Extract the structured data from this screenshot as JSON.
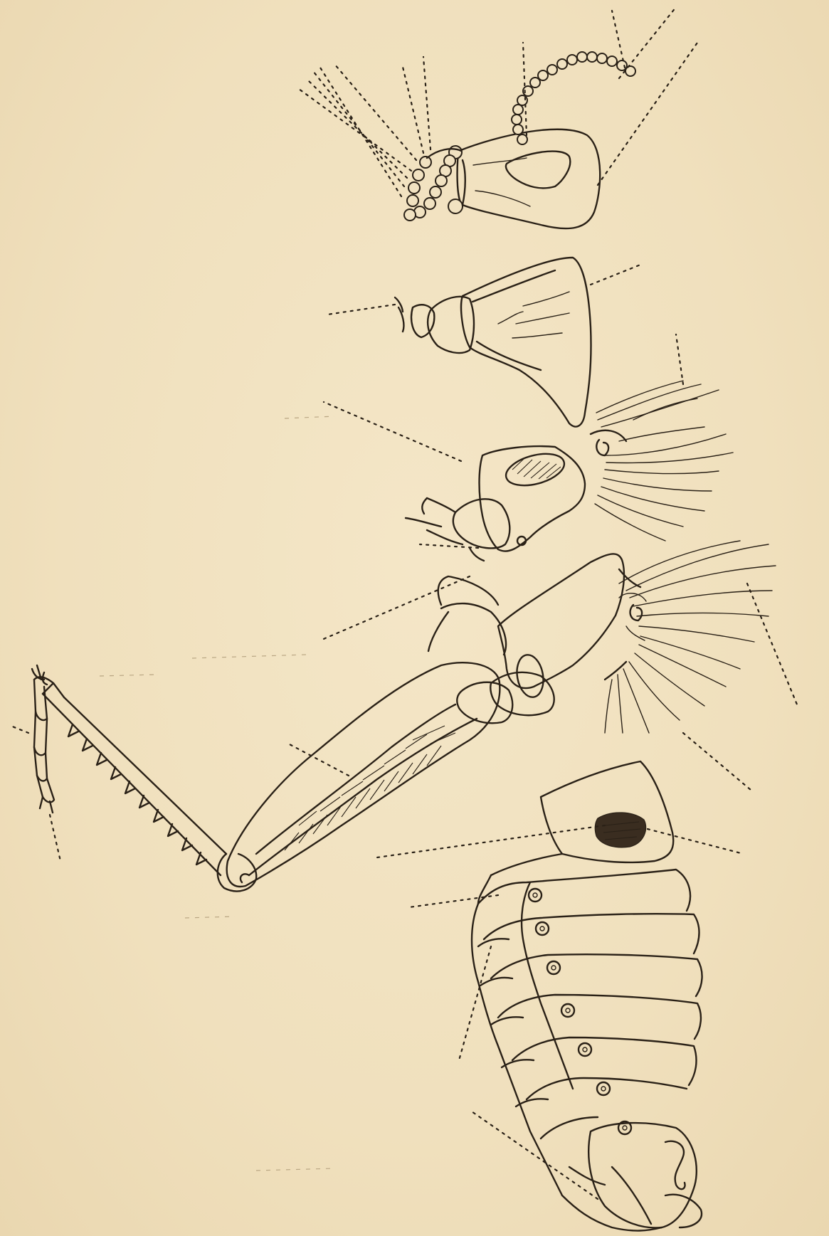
{
  "figure": {
    "description_colors": {
      "paper": "#f1e2c1",
      "ink": "#2a2117"
    },
    "parts": [
      {
        "id": "head",
        "name": "head"
      },
      {
        "id": "pronotum",
        "name": "pronotum"
      },
      {
        "id": "mesothorax",
        "name": "mesothorax"
      },
      {
        "id": "metathorax",
        "name": "metathorax"
      },
      {
        "id": "hind-leg",
        "name": "hind leg"
      },
      {
        "id": "abdomen",
        "name": "abdomen"
      }
    ]
  }
}
